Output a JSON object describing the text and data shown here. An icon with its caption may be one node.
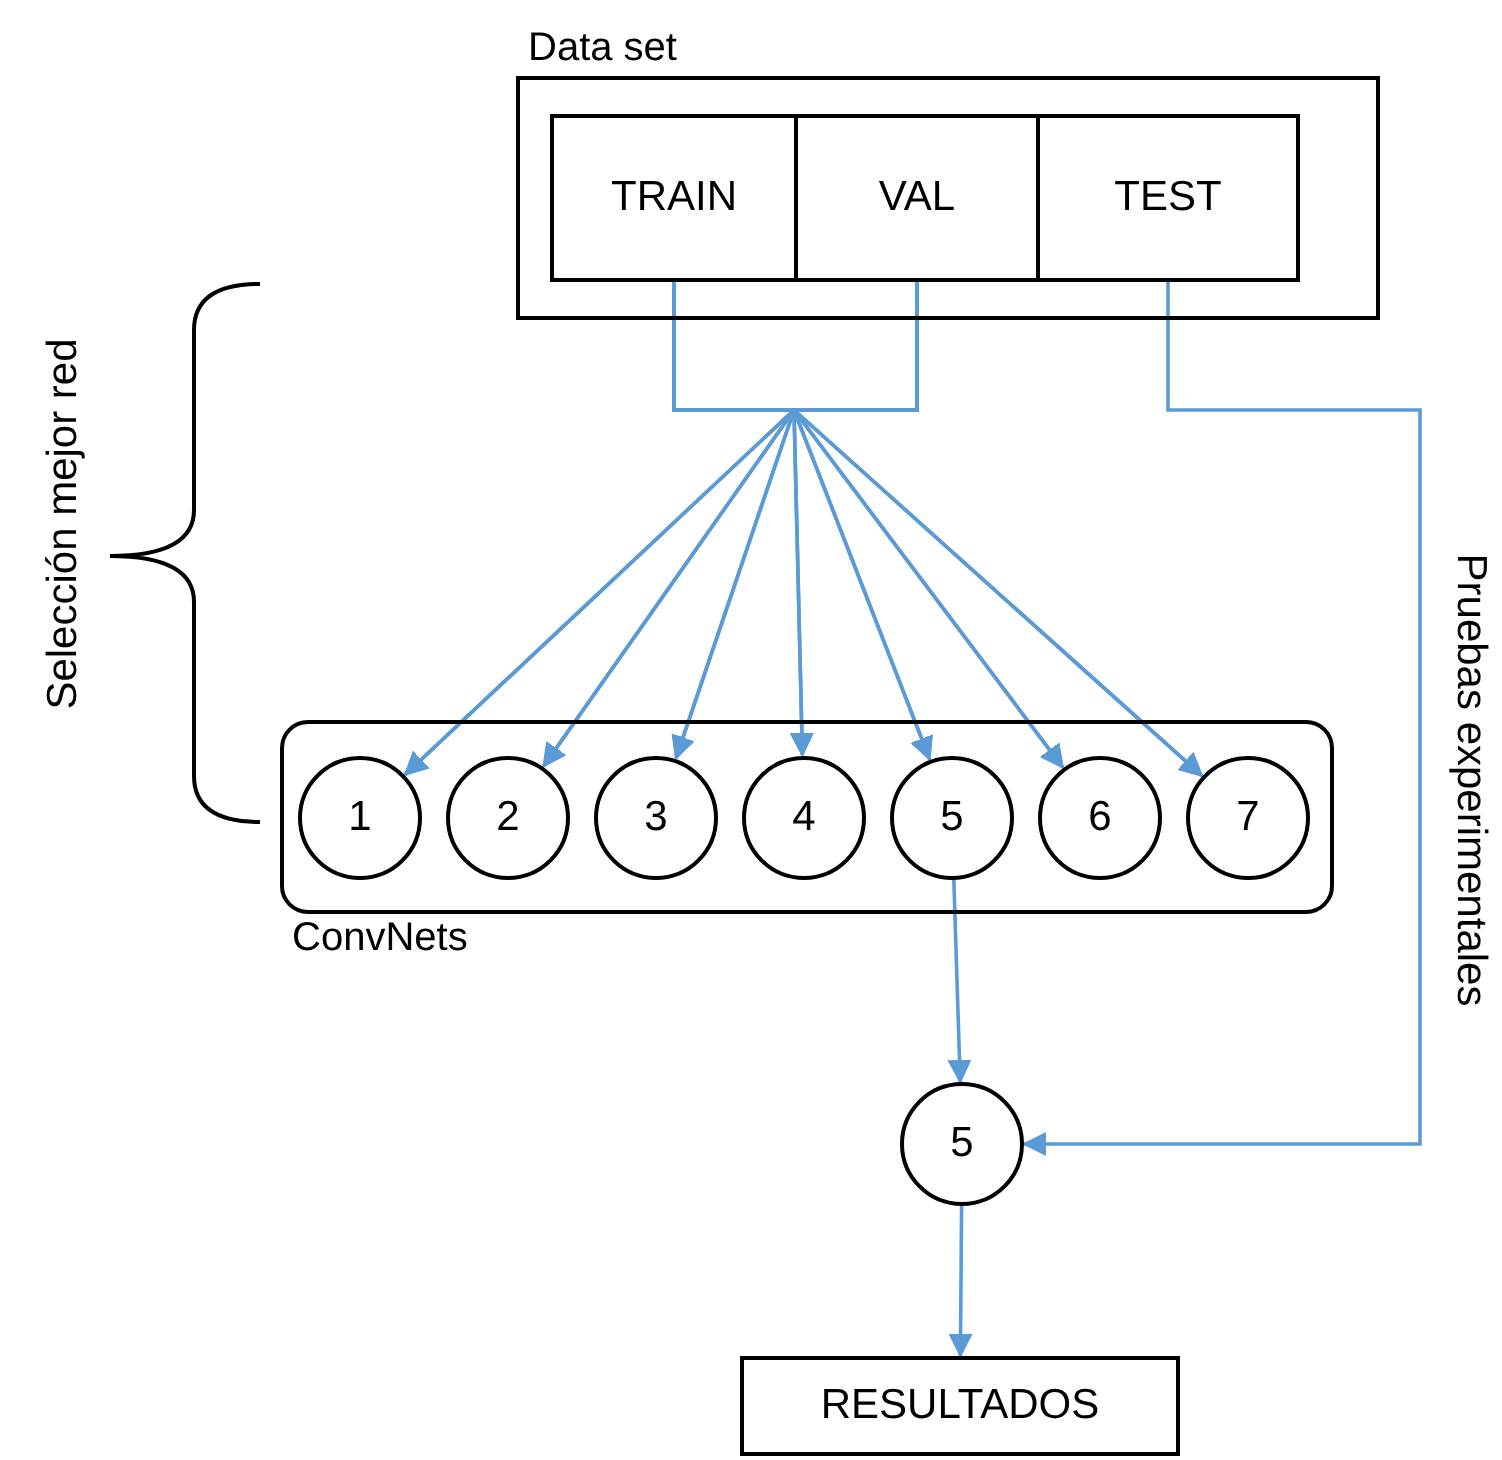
{
  "diagram": {
    "nodes": [
      {
        "text": [
          "Data set"
        ]
      },
      {
        "text": [
          "TRAIN"
        ],
        "in": 0
      },
      {
        "text": [
          "VAL"
        ],
        "in": 0
      },
      {
        "text": [
          "TEST"
        ],
        "in": 0
      },
      {
        "text": [
          "ConvNets"
        ]
      },
      {
        "text": [
          "1"
        ],
        "in": 4
      },
      {
        "text": [
          "2"
        ],
        "in": 4
      },
      {
        "text": [
          "3"
        ],
        "in": 4
      },
      {
        "text": [
          "4"
        ],
        "in": 4
      },
      {
        "text": [
          "5"
        ],
        "in": 4
      },
      {
        "text": [
          "6"
        ],
        "in": 4
      },
      {
        "text": [
          "7"
        ],
        "in": 4
      },
      {
        "text": [
          "5"
        ]
      },
      {
        "text": [
          "RESULTADOS"
        ]
      }
    ],
    "edges": [
      {
        "from": 1,
        "to": 5,
        "arrow": "to"
      },
      {
        "from": 1,
        "to": 6,
        "arrow": "to"
      },
      {
        "from": 1,
        "to": 7,
        "arrow": "to"
      },
      {
        "from": 1,
        "to": 8,
        "arrow": "to"
      },
      {
        "from": 1,
        "to": 9,
        "arrow": "to"
      },
      {
        "from": 1,
        "to": 10,
        "arrow": "to"
      },
      {
        "from": 1,
        "to": 11,
        "arrow": "to"
      },
      {
        "from": 2,
        "to": 5,
        "arrow": "to"
      },
      {
        "from": 2,
        "to": 6,
        "arrow": "to"
      },
      {
        "from": 2,
        "to": 7,
        "arrow": "to"
      },
      {
        "from": 2,
        "to": 8,
        "arrow": "to"
      },
      {
        "from": 2,
        "to": 9,
        "arrow": "to"
      },
      {
        "from": 2,
        "to": 10,
        "arrow": "to"
      },
      {
        "from": 2,
        "to": 11,
        "arrow": "to"
      },
      {
        "from": 3,
        "to": 12,
        "arrow": "to",
        "label": "Pruebas experimentales"
      },
      {
        "from": 9,
        "to": 12,
        "arrow": "to"
      },
      {
        "from": 12,
        "to": 13,
        "arrow": "to"
      }
    ],
    "labels": [
      "Selección mejor red"
    ]
  }
}
